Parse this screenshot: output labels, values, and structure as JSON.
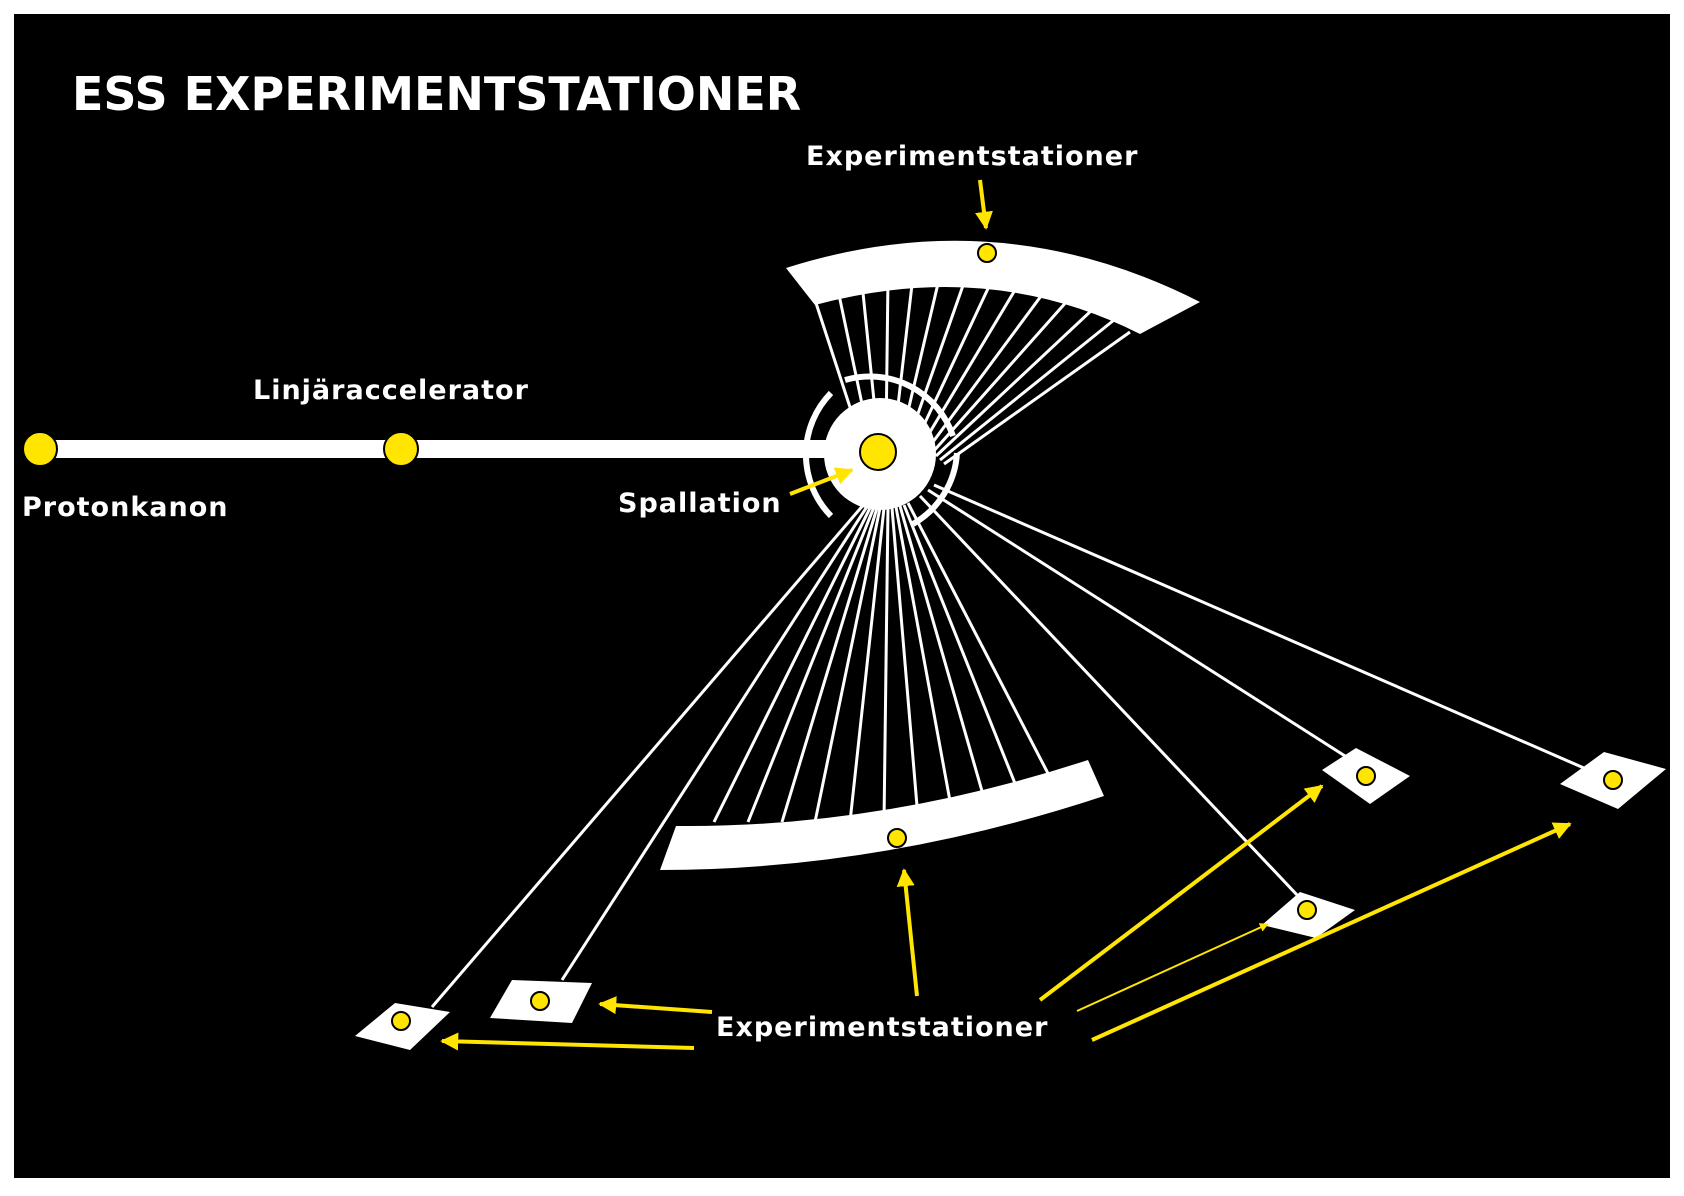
{
  "diagram": {
    "title": "ESS EXPERIMENTSTATIONER",
    "labels": {
      "linac": "Linjäraccelerator",
      "proton_source": "Protonkanon",
      "spallation": "Spallation",
      "stations_top": "Experimentstationer",
      "stations_bottom": "Experimentstationer"
    },
    "colors": {
      "background": "#000000",
      "frame": "#ffffff",
      "structure": "#ffffff",
      "accent": "#ffe500",
      "text": "#ffffff"
    }
  }
}
